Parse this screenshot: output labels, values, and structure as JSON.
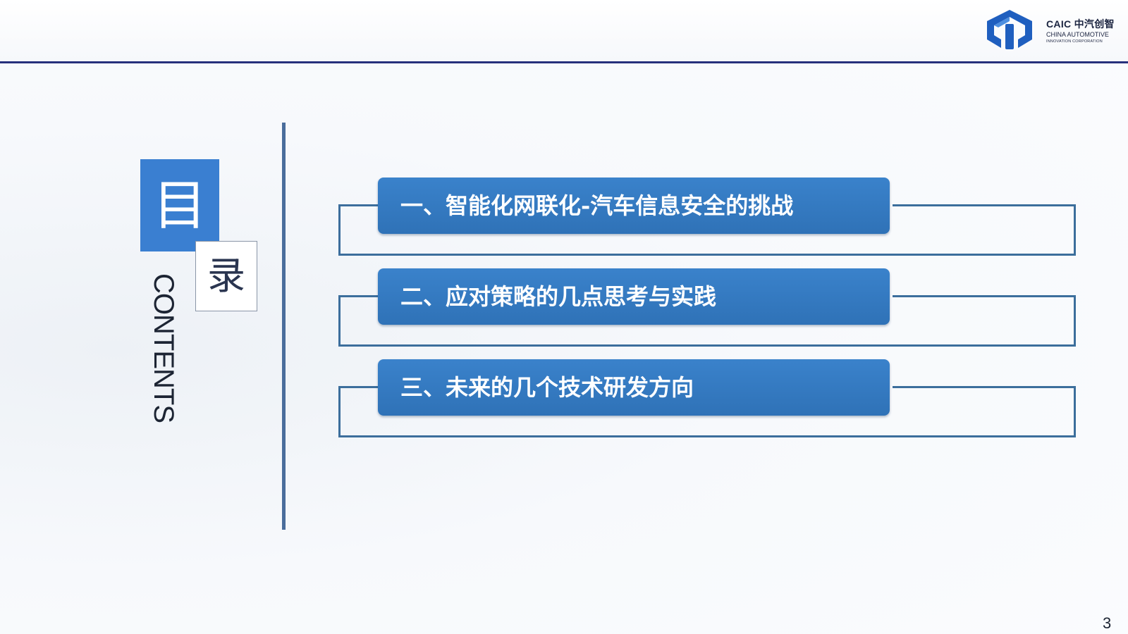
{
  "header": {
    "logo": {
      "brand": "CAIC 中汽创智",
      "name_line1": "CHINA AUTOMOTIVE",
      "name_line2": "INNOVATION CORPORATION",
      "icon": "caic-logo-icon",
      "color": "#1f5fbf"
    },
    "rule_color": "#27317c"
  },
  "contents": {
    "char_mu": "目",
    "char_lu": "录",
    "label": "CONTENTS",
    "accent_color": "#3a7fd1"
  },
  "agenda": {
    "items": [
      {
        "label": "一、智能化网联化-汽车信息安全的挑战"
      },
      {
        "label": "二、应对策略的几点思考与实践"
      },
      {
        "label": "三、未来的几个技术研发方向"
      }
    ],
    "pill_color": "#2f72b7",
    "bracket_color": "#3c6e9c"
  },
  "footer": {
    "page_number": "3"
  }
}
